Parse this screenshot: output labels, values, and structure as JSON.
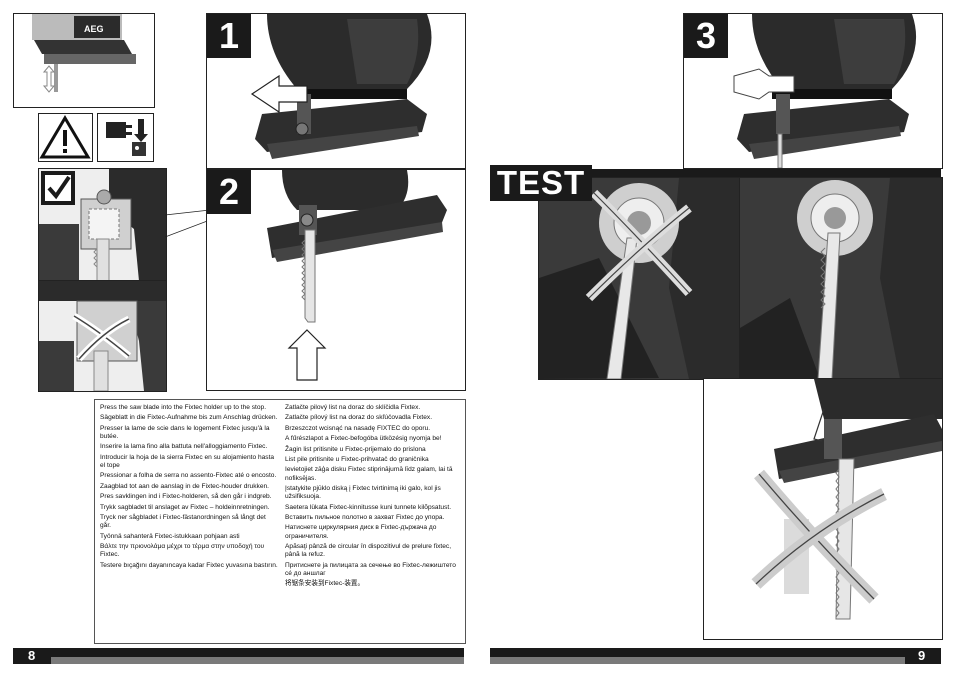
{
  "pages": {
    "left_number": "8",
    "right_number": "9"
  },
  "steps": {
    "step1": "1",
    "step2": "2",
    "step3": "3",
    "test": "TEST"
  },
  "brand": "AEG",
  "instructions_left": [
    "Press the saw blade into the Fixtec holder up to the stop.",
    "Sägeblatt in die Fixtec-Aufnahme bis zum Anschlag drücken.",
    "Presser la lame de scie dans le logement Fixtec jusqu'à la butée.",
    "Inserire la lama fino alla battuta nell'alloggiamento Fixtec.",
    "Introducir la hoja de la sierra Fixtec en su alojamiento hasta el tope",
    "Pressionar a folha de serra no assento-Fixtec até o encosto.",
    "Zaagblad tot aan de aanslag in de Fixtec-houder drukken.",
    "Pres savklingen ind i Fixtec-holderen, så den går i indgreb.",
    "Trykk sagbladet til anslaget av Fixtec – holdeinnretningen.",
    "Tryck ner sågbladet i Fixtec-fästanordningen så långt det går.",
    "Työnnä sahanterä Fixtec-istukkaan pohjaan asti",
    "Βάλτε την πριονολάμα μέχρι το τέρμα στην υποδοχή του Fixtec.",
    "Testere bıçağını dayanıncaya kadar Fixtec yuvasına bastırın."
  ],
  "instructions_right": [
    "Zatlačte pilový list na doraz do sklíčidla Fixtex.",
    "Zatlačte pílový list na doraz do skľúčovadla Fixtex.",
    "Brzeszczot wcisnąć na nasadę FIXTEC do oporu.",
    "A fűrészlapot a Fixtec-befogóba ütközésig nyomja be!",
    "Žagin list pritisnite u Fixtec-prijemalo do prislona",
    "List pile pritisnite u Fixtec-prihvatač do graničnika",
    "Ievietojiet zāģa disku Fixtec stiprinājumā līdz galam, lai tā nofiksējas.",
    "Įstatykite pjūklo diską į Fixtec tvirtinimą iki galo, kol jis užsifiksuoja.",
    "Saetera lükata Fixtec-kinnitusse kuni tunnete kilõpsatust.",
    "Вставить пильное полотно в захват Fixtec до упора.",
    "Натиснете циркулярния диск в Fixtec-държача до ограничителя.",
    "Apăsaţi pânză de circular în dispozitivul de prelure fixtec, până la refuz.",
    "Притиснете ја пилицата за сечење во Fixtec-лежиштето сé до аншлаг",
    "将锯条安装到Fixtec-装置。"
  ],
  "colors": {
    "dark": "#1a1a1a",
    "gray": "#7a7a7a",
    "tool_body": "#2b2b2b",
    "tool_mid": "#555555",
    "blade": "#e0e0e0"
  },
  "icons": [
    "warning-triangle-icon",
    "check-mark-icon",
    "unplug-icon",
    "arrow-left-icon",
    "arrow-up-icon",
    "arrow-updown-icon",
    "cross-x-icon"
  ]
}
